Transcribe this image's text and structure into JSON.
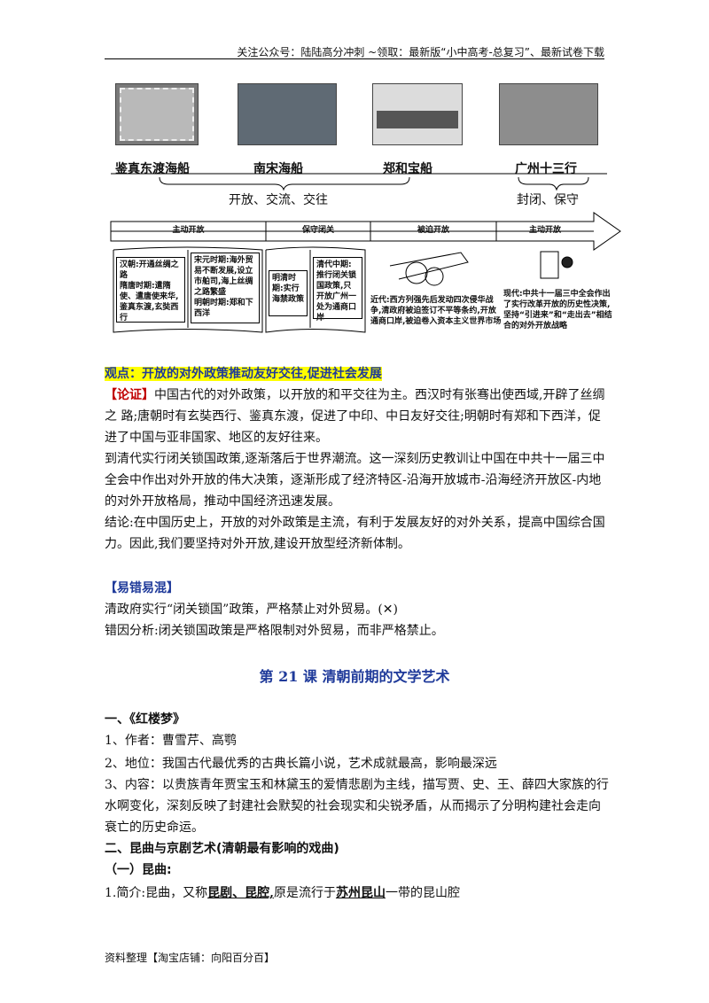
{
  "header": {
    "text": "关注公众号：陆陆高分冲刺   ~领取：最新版“小中高考-总复习”、最新试卷下载"
  },
  "figure": {
    "top_labels": [
      "鉴真东渡海船",
      "南宋海船",
      "郑和宝船",
      "广州十三行"
    ],
    "brace_left": "开放、交流、交往",
    "brace_right": "封闭、保守",
    "phases": [
      "主动开放",
      "保守闭关",
      "被迫开放",
      "主动开放"
    ],
    "box1": "汉朝:开通丝绸之路\n隋唐时期:遣隋使、遣唐使来华,鉴真东渡,玄奘西行",
    "box2": "宋元时期:海外贸易不断发展,设立市舶司,海上丝绸之路繁盛\n明朝时期:郑和下西洋",
    "box3": "明清时期:实行海禁政策",
    "box4": "清代中期:推行闭关锁国政策,只开放广州一处为通商口岸",
    "text5": "近代:西方列强先后发动四次侵华战争,清政府被迫签订不平等条约,开放通商口岸,被迫卷入资本主义世界市场",
    "text6": "现代:中共十一届三中全会作出了实行改革开放的历史性决策,坚持“引进来”和“走出去”相结合的对外开放战略"
  },
  "view": {
    "label": "观点：",
    "text": "开放的对外政策推动友好交往,促进社会发展"
  },
  "argument": {
    "tag": "【论证】",
    "p1": "中国古代的对外政策，以开放的和平交往为主。西汉时有张骞出使西域,开辟了丝绸之 路;唐朝时有玄奘西行、鉴真东渡，促进了中印、中日友好交往;明朝时有郑和下西洋，促进了中国与亚非国家、地区的友好往来。",
    "p2": "到清代实行闭关锁国政策,逐渐落后于世界潮流。这一深刻历史教训让中国在中共十一届三中全会中作出对外开放的伟大决策，逐渐形成了经济特区-沿海开放城市-沿海经济开放区-内地的对外开放格局，推动中国经济迅速发展。",
    "p3": "结论:在中国历史上，开放的对外政策是主流，有利于发展友好的对外关系，提高中国综合国力。因此,我们要坚持对外开放,建设开放型经济新体制。"
  },
  "mistakes": {
    "tag": "【易错易混】",
    "line1": "清政府实行“闭关锁国”政策，严格禁止对外贸易。(✕)",
    "line2": "错因分析:闭关锁国政策是严格限制对外贸易，而非严格禁止。"
  },
  "lesson": {
    "title": "第 21 课        清朝前期的文学艺术"
  },
  "section1": {
    "heading": "一、《红楼梦》",
    "item1": "1、作者：曹雪芹、高鹗",
    "item2": "2、地位：我国古代最优秀的古典长篇小说，艺术成就最高，影响最深远",
    "item3": "3、内容：以贵族青年贾宝玉和林黛玉的爱情悲剧为主线，描写贾、史、王、薛四大家族的行水啊变化，深刻反映了封建社会默契的社会现实和尖锐矛盾，从而揭示了分明构建社会走向衰亡的历史命运。"
  },
  "section2": {
    "heading": "二、昆曲与京剧艺术(清朝最有影响的戏曲)",
    "sub": "（一）昆曲:",
    "intro_a": "1.简介:昆曲，又称",
    "intro_u1": "昆剧、昆腔,",
    "intro_b": "原是流行于",
    "intro_u2": "苏州昆山",
    "intro_c": "一带的昆山腔"
  },
  "footer": {
    "text": "资料整理【淘宝店铺：向阳百分百】"
  }
}
